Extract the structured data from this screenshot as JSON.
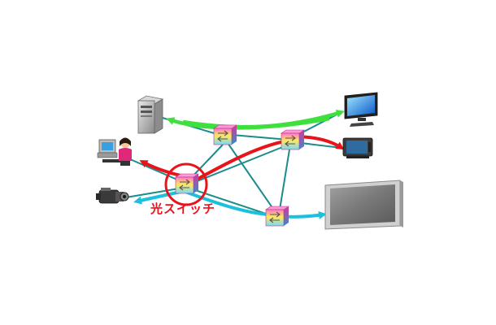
{
  "diagram": {
    "label": {
      "text": "光スイッチ",
      "color": "#e8141c"
    },
    "colors": {
      "link": "#1a8c8c",
      "green_path": "#3ee03e",
      "red_path": "#e8141c",
      "cyan_path": "#1cc0dc",
      "highlight_circle": "#e8141c"
    },
    "nodes": [
      {
        "id": "server",
        "icon": "server-icon"
      },
      {
        "id": "person-pc",
        "icon": "person-at-computer-icon"
      },
      {
        "id": "camcorder",
        "icon": "camcorder-icon"
      },
      {
        "id": "monitor",
        "icon": "flat-monitor-icon"
      },
      {
        "id": "tv",
        "icon": "crt-tv-icon"
      },
      {
        "id": "large-display",
        "icon": "large-display-icon"
      },
      {
        "id": "sw-top",
        "icon": "optical-switch-icon"
      },
      {
        "id": "sw-right",
        "icon": "optical-switch-icon"
      },
      {
        "id": "sw-left",
        "icon": "optical-switch-icon"
      },
      {
        "id": "sw-bottom",
        "icon": "optical-switch-icon"
      }
    ]
  }
}
